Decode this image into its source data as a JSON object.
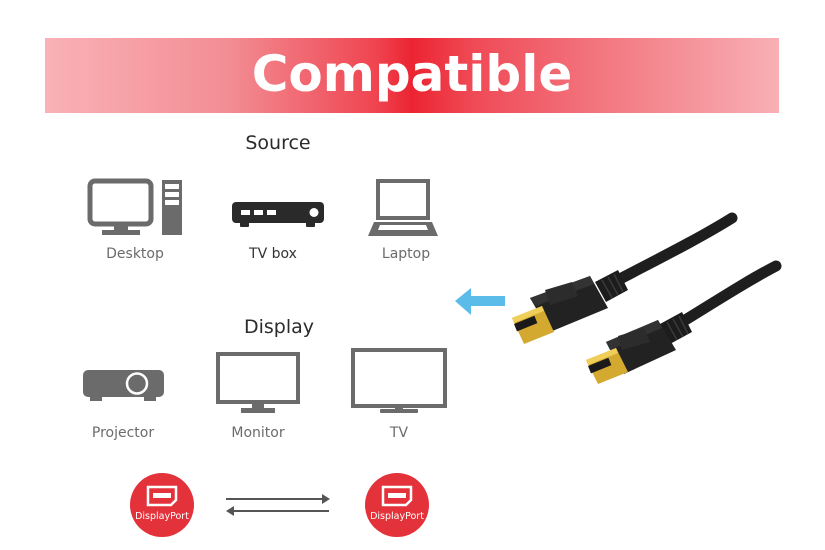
{
  "banner": {
    "title": "Compatible",
    "gradient_center": "#ec2431",
    "gradient_edge": "#f9b2b6"
  },
  "source": {
    "heading": "Source",
    "items": [
      {
        "label": "Desktop",
        "icon": "desktop-computer-icon"
      },
      {
        "label": "TV box",
        "icon": "tv-box-icon"
      },
      {
        "label": "Laptop",
        "icon": "laptop-icon"
      }
    ]
  },
  "display": {
    "heading": "Display",
    "items": [
      {
        "label": "Projector",
        "icon": "projector-icon"
      },
      {
        "label": "Monitor",
        "icon": "monitor-icon"
      },
      {
        "label": "TV",
        "icon": "tv-icon"
      }
    ]
  },
  "connectors": {
    "left": {
      "label": "DisplayPort",
      "icon": "displayport-icon"
    },
    "right": {
      "label": "DisplayPort",
      "icon": "displayport-icon"
    },
    "direction": "bidirectional",
    "circle_color": "#e3323a"
  },
  "accent": {
    "arrow_color": "#5bbcea",
    "icon_gray": "#6b6b6b",
    "icon_dark": "#2a2a2a"
  }
}
